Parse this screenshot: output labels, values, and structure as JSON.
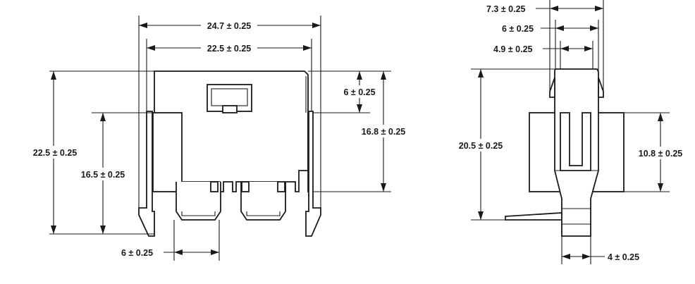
{
  "front_view": {
    "overall_width": "24.7 ± 0.25",
    "inner_width": "22.5 ± 0.25",
    "overall_height": "22.5 ± 0.25",
    "lower_height": "16.5 ± 0.25",
    "top_offset": "6 ± 0.25",
    "body_height": "16.8 ± 0.25",
    "bottom_width": "6 ± 0.25"
  },
  "side_view": {
    "top_width": "7.3 ± 0.25",
    "mid_width": "6 ± 0.25",
    "inner_width": "4.9 ± 0.25",
    "overall_height": "20.5 ± 0.25",
    "block_height": "10.8 ± 0.25",
    "foot_width": "4 ± 0.25"
  }
}
